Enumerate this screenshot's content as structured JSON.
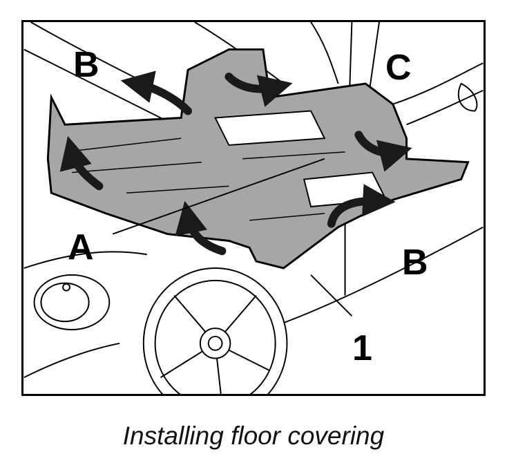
{
  "callouts": {
    "b_top": "B",
    "c": "C",
    "a": "A",
    "b_right": "B",
    "one": "1"
  },
  "caption": "Installing floor covering",
  "colors": {
    "mat_fill": "#a6a6a6",
    "line": "#000000",
    "arrow": "#1a1a1a"
  }
}
